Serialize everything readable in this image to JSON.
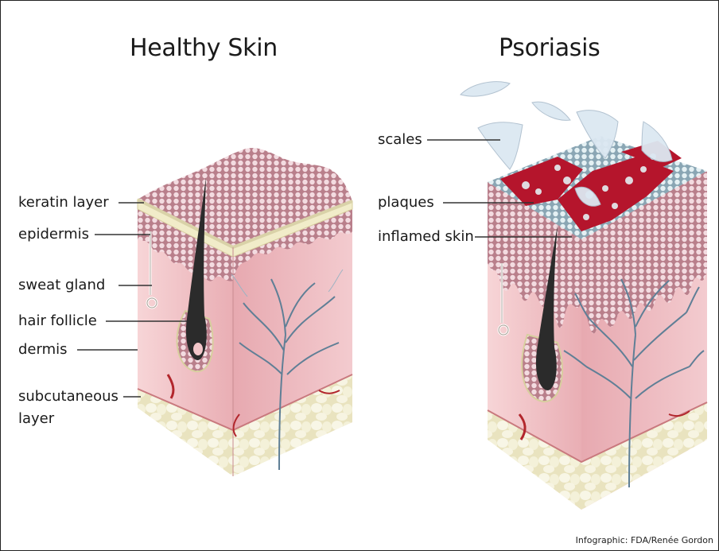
{
  "titles": {
    "healthy": "Healthy Skin",
    "psoriasis": "Psoriasis"
  },
  "labels_healthy": {
    "keratin_layer": "keratin layer",
    "epidermis": "epidermis",
    "sweat_gland": "sweat gland",
    "hair_follicle": "hair follicle",
    "dermis": "dermis",
    "subcutaneous_line1": "subcutaneous",
    "subcutaneous_line2": "layer"
  },
  "labels_psoriasis": {
    "scales": "scales",
    "plaques": "plaques",
    "inflamed_skin": "inflamed skin"
  },
  "credit": "Infographic: FDA/Renée Gordon",
  "colors": {
    "dermis": "#f2c6c9",
    "epidermis_cells": "#c98d98",
    "keratin": "#f1ecc9",
    "subcutaneous": "#f6f3dc",
    "plaque_red": "#b5152c",
    "scale": "#dce8f2",
    "vessel": "#5f7f96",
    "hair": "#2b2b2b"
  }
}
